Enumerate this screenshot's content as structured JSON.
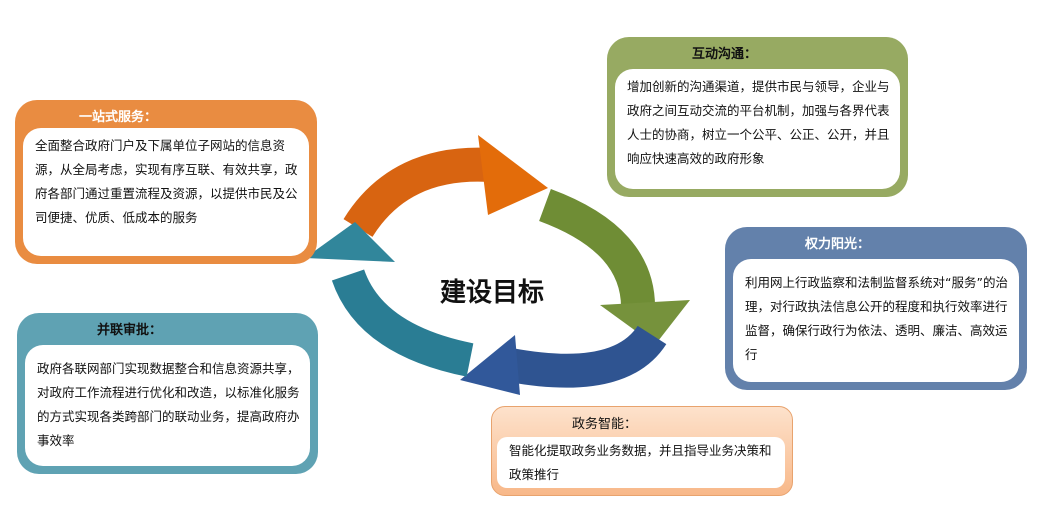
{
  "center_label": "建设目标",
  "cards": [
    {
      "title": "一站式服务：",
      "text": "全面整合政府门户及下属单位子网站的信息资源，从全局考虑，实现有序互联、有效共享，政府各部门通过重置流程及资源，以提供市民及公司便捷、优质、低成本的服务",
      "color": "#e98c41"
    },
    {
      "title": "互动沟通：",
      "text": "增加创新的沟通渠道，提供市民与领导，企业与政府之间互动交流的平台机制，加强与各界代表人士的协商，树立一个公平、公正、公开，并且响应快速高效的政府形象",
      "color": "#97aa62"
    },
    {
      "title": "权力阳光：",
      "text": "利用网上行政监察和法制监督系统对“服务”的治理，对行政执法信息公开的程度和执行效率进行监督，确保行政行为依法、透明、廉洁、高效运行",
      "color": "#6381ab"
    },
    {
      "title": "并联审批：",
      "text": "政府各联网部门实现数据整合和信息资源共享，对政府工作流程进行优化和改造，以标准化服务的方式实现各类跨部门的联动业务，提高政府办事效率",
      "color": "#5fa2b3"
    },
    {
      "title": "政务智能：",
      "text": "智能化提取政务业务数据，并且指导业务决策和政策推行",
      "color": "#f8b889"
    }
  ]
}
